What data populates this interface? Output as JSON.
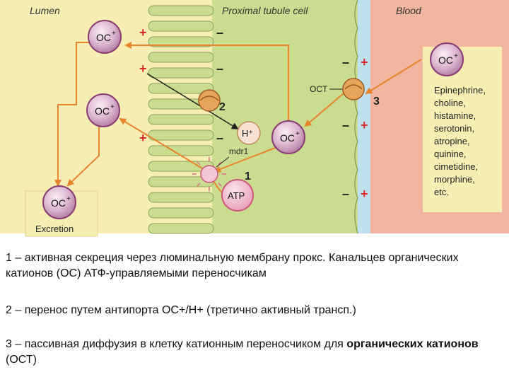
{
  "regions": {
    "lumen": "Lumen",
    "cell": "Proximal tubule cell",
    "blood": "Blood"
  },
  "molecules": {
    "oc": "OC",
    "oc_charge": "+",
    "h_ion": "H⁺",
    "atp": "ATP"
  },
  "labels": {
    "oct": "OCT",
    "mdr1": "mdr1",
    "excretion": "Excretion",
    "step1": "1",
    "step2": "2",
    "step3": "3"
  },
  "charges": {
    "plus": "+",
    "minus": "–"
  },
  "drug_list": [
    "Epinephrine,",
    "choline,",
    "histamine,",
    "serotonin,",
    "atropine,",
    "quinine,",
    "cimetidine,",
    "morphine,",
    "etc."
  ],
  "captions": {
    "c1": "1 – активная секреция через люминальную мембрану прокс. Канальцев органических катионов (ОС)  АТФ-управляемыми переносчикам",
    "c2": "2 – перенос путем антипорта ОС+/Н+ (третично активный трансп.)",
    "c3_prefix": "3 – пассивная диффузия в клетку катионным переносчиком для ",
    "c3_bold": "органических катионов",
    "c3_suffix": " (ОСТ)"
  },
  "colors": {
    "lumen_bg": "#f7eeb4",
    "cell_bg": "#c9dc8f",
    "membrane_blue": "#bfe0ee",
    "blood_bg": "#f2b59f",
    "oc_fill": "#d9b1cc",
    "oc_stroke": "#8a3c74",
    "arrow_orange": "#e8842c",
    "plus_red": "#d82a2a",
    "transporter": "#e9a45c"
  }
}
